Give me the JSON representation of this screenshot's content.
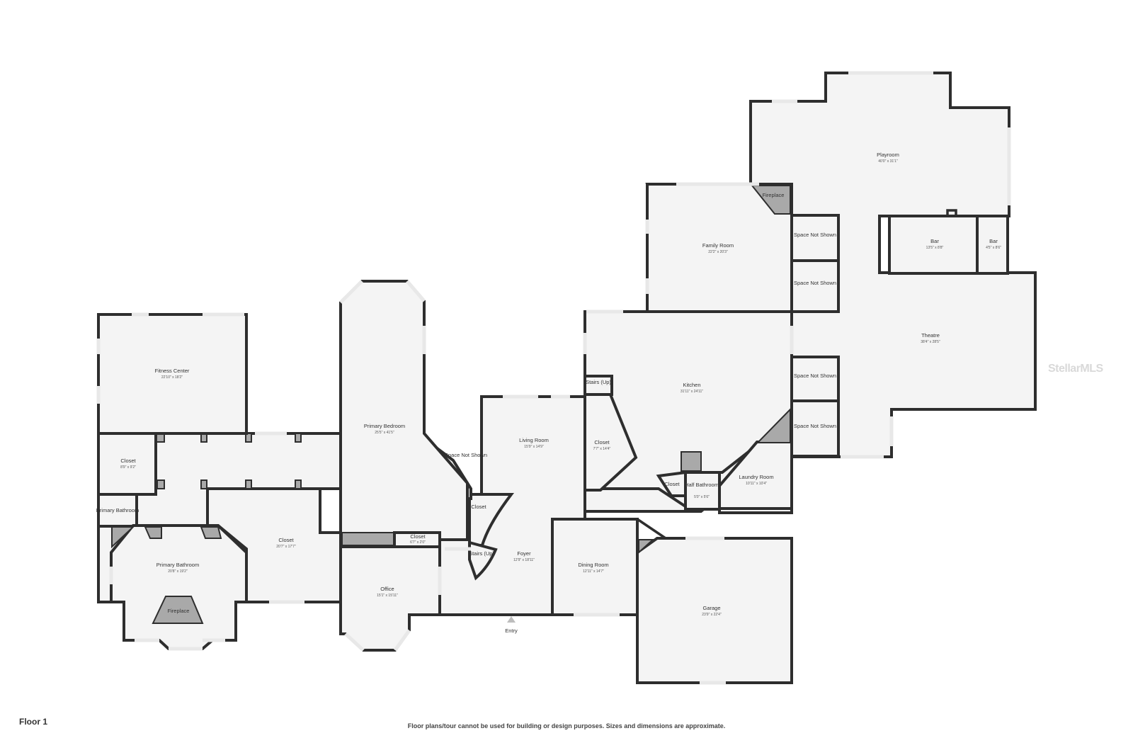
{
  "floor_label": "Floor 1",
  "disclaimer": "Floor plans/tour cannot be used for building or design purposes. Sizes and dimensions are approximate.",
  "watermark": "StellarMLS",
  "entry_label": "Entry",
  "rooms": {
    "playroom": {
      "name": "Playroom",
      "dim": "40'0\" x 31'1\""
    },
    "fireplace_family": {
      "name": "Fireplace",
      "dim": ""
    },
    "family_room": {
      "name": "Family Room",
      "dim": "22'2\" x 20'3\""
    },
    "space_not_shown_1": {
      "name": "Space Not Shown",
      "dim": ""
    },
    "space_not_shown_2": {
      "name": "Space Not Shown",
      "dim": ""
    },
    "space_not_shown_3": {
      "name": "Space Not Shown",
      "dim": ""
    },
    "space_not_shown_4": {
      "name": "Space Not Shown",
      "dim": ""
    },
    "bar_1": {
      "name": "Bar",
      "dim": "13'5\" x 8'8\""
    },
    "bar_2": {
      "name": "Bar",
      "dim": "4'5\" x 8'6\""
    },
    "theatre": {
      "name": "Theatre",
      "dim": "38'4\" x 28'5\""
    },
    "kitchen": {
      "name": "Kitchen",
      "dim": "31'11\" x 24'11\""
    },
    "stairs_up_kitchen": {
      "name": "Stairs (Up)",
      "dim": ""
    },
    "closet_kitchen": {
      "name": "Closet",
      "dim": "7'7\" x 14'4\""
    },
    "laundry_room": {
      "name": "Laundry Room",
      "dim": "10'11\" x 10'4\""
    },
    "half_bathroom": {
      "name": "Half Bathroom",
      "dim": "5'0\" x 5'6\""
    },
    "closet_half": {
      "name": "Closet",
      "dim": ""
    },
    "living_room": {
      "name": "Living Room",
      "dim": "15'9\" x 14'9\""
    },
    "space_not_shown_5": {
      "name": "Space Not Shown",
      "dim": ""
    },
    "closet_foyer": {
      "name": "Closet",
      "dim": ""
    },
    "stairs_up_foyer": {
      "name": "Stairs (Up)",
      "dim": ""
    },
    "foyer": {
      "name": "Foyer",
      "dim": "12'9\" x 18'11\""
    },
    "dining_room": {
      "name": "Dining Room",
      "dim": "12'11\" x 14'7\""
    },
    "garage": {
      "name": "Garage",
      "dim": "23'9\" x 22'4\""
    },
    "primary_bedroom": {
      "name": "Primary Bedroom",
      "dim": "25'5\" x 41'5\""
    },
    "office": {
      "name": "Office",
      "dim": "15'1\" x 15'11\""
    },
    "closet_office": {
      "name": "Closet",
      "dim": "6'7\" x 2'0\""
    },
    "closet_main": {
      "name": "Closet",
      "dim": "20'7\" x 17'7\""
    },
    "fitness_center": {
      "name": "Fitness Center",
      "dim": "22'10\" x 18'2\""
    },
    "closet_fitness": {
      "name": "Closet",
      "dim": "8'9\" x 9'2\""
    },
    "primary_bathroom_small": {
      "name": "Primary Bathroom",
      "dim": ""
    },
    "primary_bathroom": {
      "name": "Primary Bathroom",
      "dim": "20'8\" x 19'2\""
    },
    "fireplace_bath": {
      "name": "Fireplace",
      "dim": ""
    }
  }
}
